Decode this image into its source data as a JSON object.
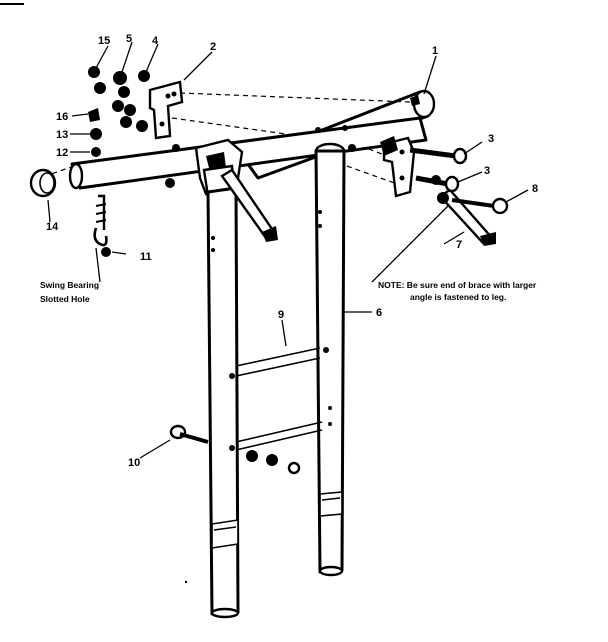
{
  "callouts": {
    "c1": "1",
    "c2": "2",
    "c3a": "3",
    "c3b": "3",
    "c4": "4",
    "c5": "5",
    "c6": "6",
    "c7": "7",
    "c8": "8",
    "c9": "9",
    "c10": "10",
    "c11": "11",
    "c12": "12",
    "c13": "13",
    "c14": "14",
    "c15": "15",
    "c16": "16"
  },
  "annotations": {
    "swing_bearing_line1": "Swing Bearing",
    "swing_bearing_line2": "Slotted Hole",
    "note_line1": "NOTE: Be sure end of brace with larger",
    "note_line2": "angle is fastened to leg."
  }
}
